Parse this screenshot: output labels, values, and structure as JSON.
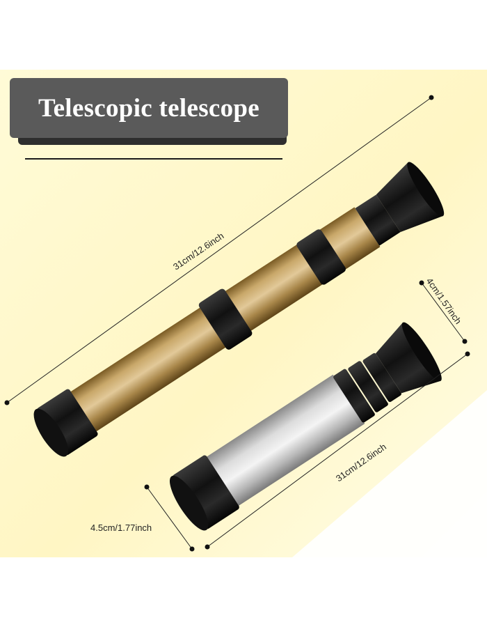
{
  "title": "Telescopic telescope",
  "colors": {
    "background_warm": "#fff9cf",
    "title_box": "#5a5a5a",
    "gold_tube": "#b5945a",
    "silver_tube": "#c8c8c8",
    "black_parts": "#151515"
  },
  "dimensions": {
    "gold_length": "31cm/12.6inch",
    "silver_length": "31cm/12.6inch",
    "eyepiece_diameter": "4cm/1.57inch",
    "objective_diameter": "4.5cm/1.77inch"
  }
}
